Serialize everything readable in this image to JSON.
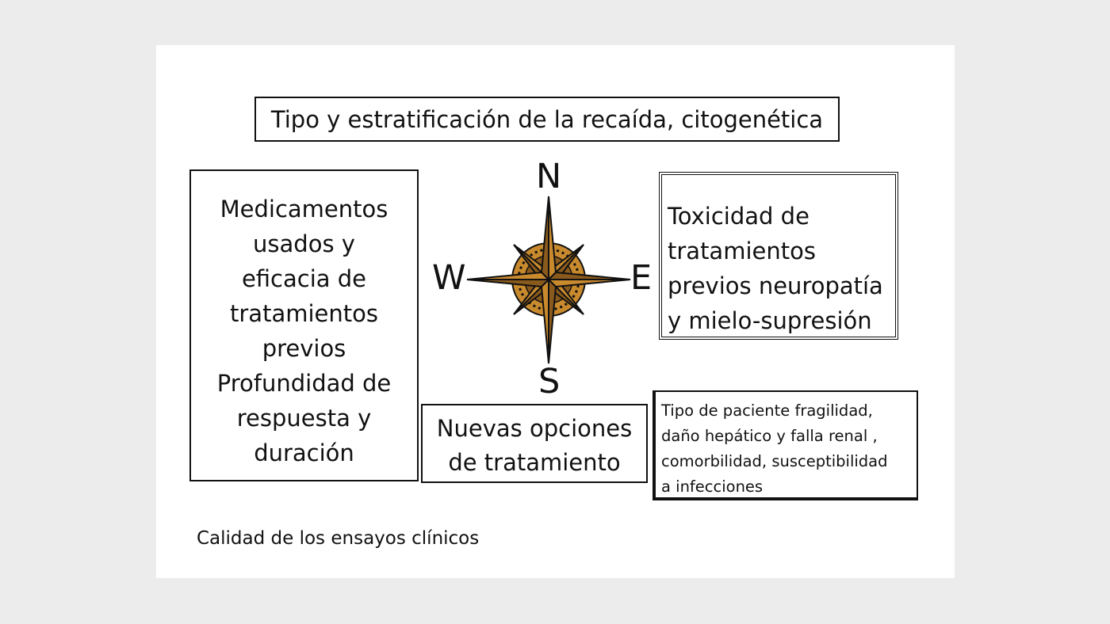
{
  "diagram": {
    "top_box": "Tipo y estratificación de la recaída, citogenética",
    "left_box": {
      "lines": [
        "Medicamentos",
        "usados y",
        "eficacia de",
        "tratamientos",
        "previos",
        "Profundidad de",
        "respuesta y",
        "duración"
      ]
    },
    "right_top_box": {
      "lines": [
        "Toxicidad de",
        "tratamientos",
        "previos neuropatía",
        "y mielo-supresión"
      ]
    },
    "bottom_center_box": {
      "lines": [
        "Nuevas opciones",
        "de tratamiento"
      ]
    },
    "bottom_right_box": {
      "lines": [
        "Tipo de paciente fragilidad,",
        "daño hepático y falla renal ,",
        "comorbilidad, susceptibilidad",
        "a infecciones"
      ]
    },
    "footer": "Calidad de los ensayos clínicos",
    "compass": {
      "north": "N",
      "south": "S",
      "west": "W",
      "east": "E",
      "icon": "compass-rose-icon",
      "colors": {
        "star": "#8a5a1c",
        "ring": "#c98a2e",
        "outline": "#111111"
      }
    }
  }
}
